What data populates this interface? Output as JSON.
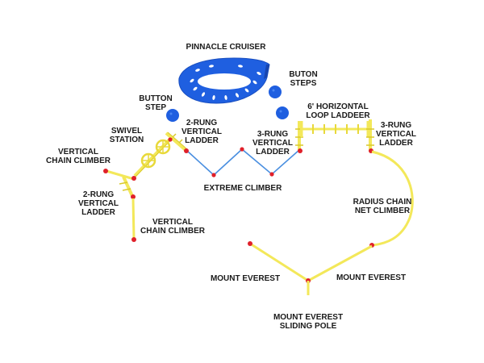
{
  "labels": {
    "pinnacle_cruiser": "PINNACLE CRUISER",
    "buton_steps": [
      "BUTON",
      "STEPS"
    ],
    "button_step": [
      "BUTTON",
      "STEP"
    ],
    "horizontal_loop_ladder": [
      "6' HORIZONTAL",
      "LOOP LADDEER"
    ],
    "rung3_vertical_ladder_right": [
      "3-RUNG",
      "VERTICAL",
      "LADDER"
    ],
    "swivel_station": [
      "SWIVEL",
      "STATION"
    ],
    "rung2_vertical_ladder_top": [
      "2-RUNG",
      "VERTICAL",
      "LADDER"
    ],
    "rung3_vertical_ladder_mid": [
      "3-RUNG",
      "VERTICAL",
      "LADDER"
    ],
    "vertical_chain_climber_left": [
      "VERTICAL",
      "CHAIN CLIMBER"
    ],
    "rung2_vertical_ladder_left": [
      "2-RUNG",
      "VERTICAL",
      "LADDER"
    ],
    "extreme_climber": "EXTREME CLIMBER",
    "radius_chain_net_climber": [
      "RADIUS CHAIN",
      "NET CLIMBER"
    ],
    "vertical_chain_climber_bottom": [
      "VERTICAL",
      "CHAIN CLIMBER"
    ],
    "mount_everest_left": "MOUNT EVEREST",
    "mount_everest_right": "MOUNT EVEREST",
    "mount_everest_sliding_pole": [
      "MOUNT EVEREST",
      "SLIDING POLE"
    ]
  },
  "colors": {
    "structure_blue": "#1f5fe0",
    "structure_blue_light": "#4a86f2",
    "yellow_component": "#f3e85a",
    "yellow_edge": "#d9c92a",
    "post_red": "#e0202a",
    "cable_blue": "#4a8fe0",
    "label_text": "#1a1a1a",
    "background": "#ffffff"
  }
}
